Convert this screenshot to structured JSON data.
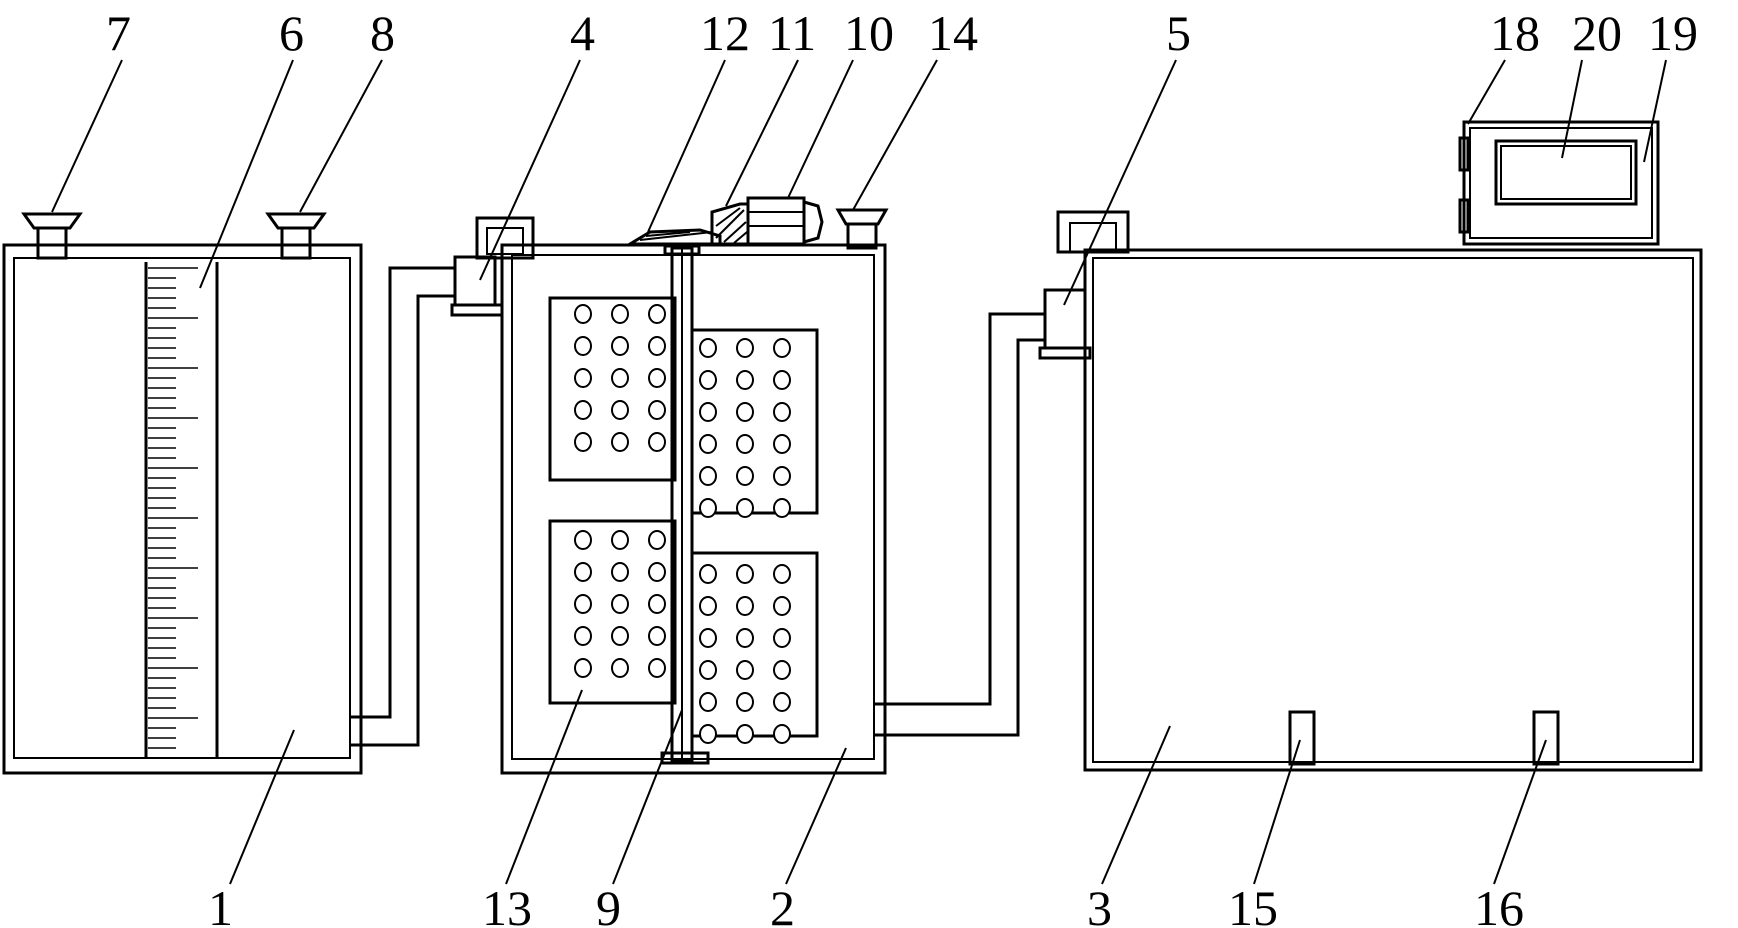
{
  "labels": {
    "n1": "1",
    "n2": "2",
    "n3": "3",
    "n4": "4",
    "n5": "5",
    "n6": "6",
    "n7": "7",
    "n8": "8",
    "n9": "9",
    "n10": "10",
    "n11": "11",
    "n12": "12",
    "n13": "13",
    "n14": "14",
    "n15": "15",
    "n16": "16",
    "n18": "18",
    "n19": "19",
    "n20": "20"
  }
}
